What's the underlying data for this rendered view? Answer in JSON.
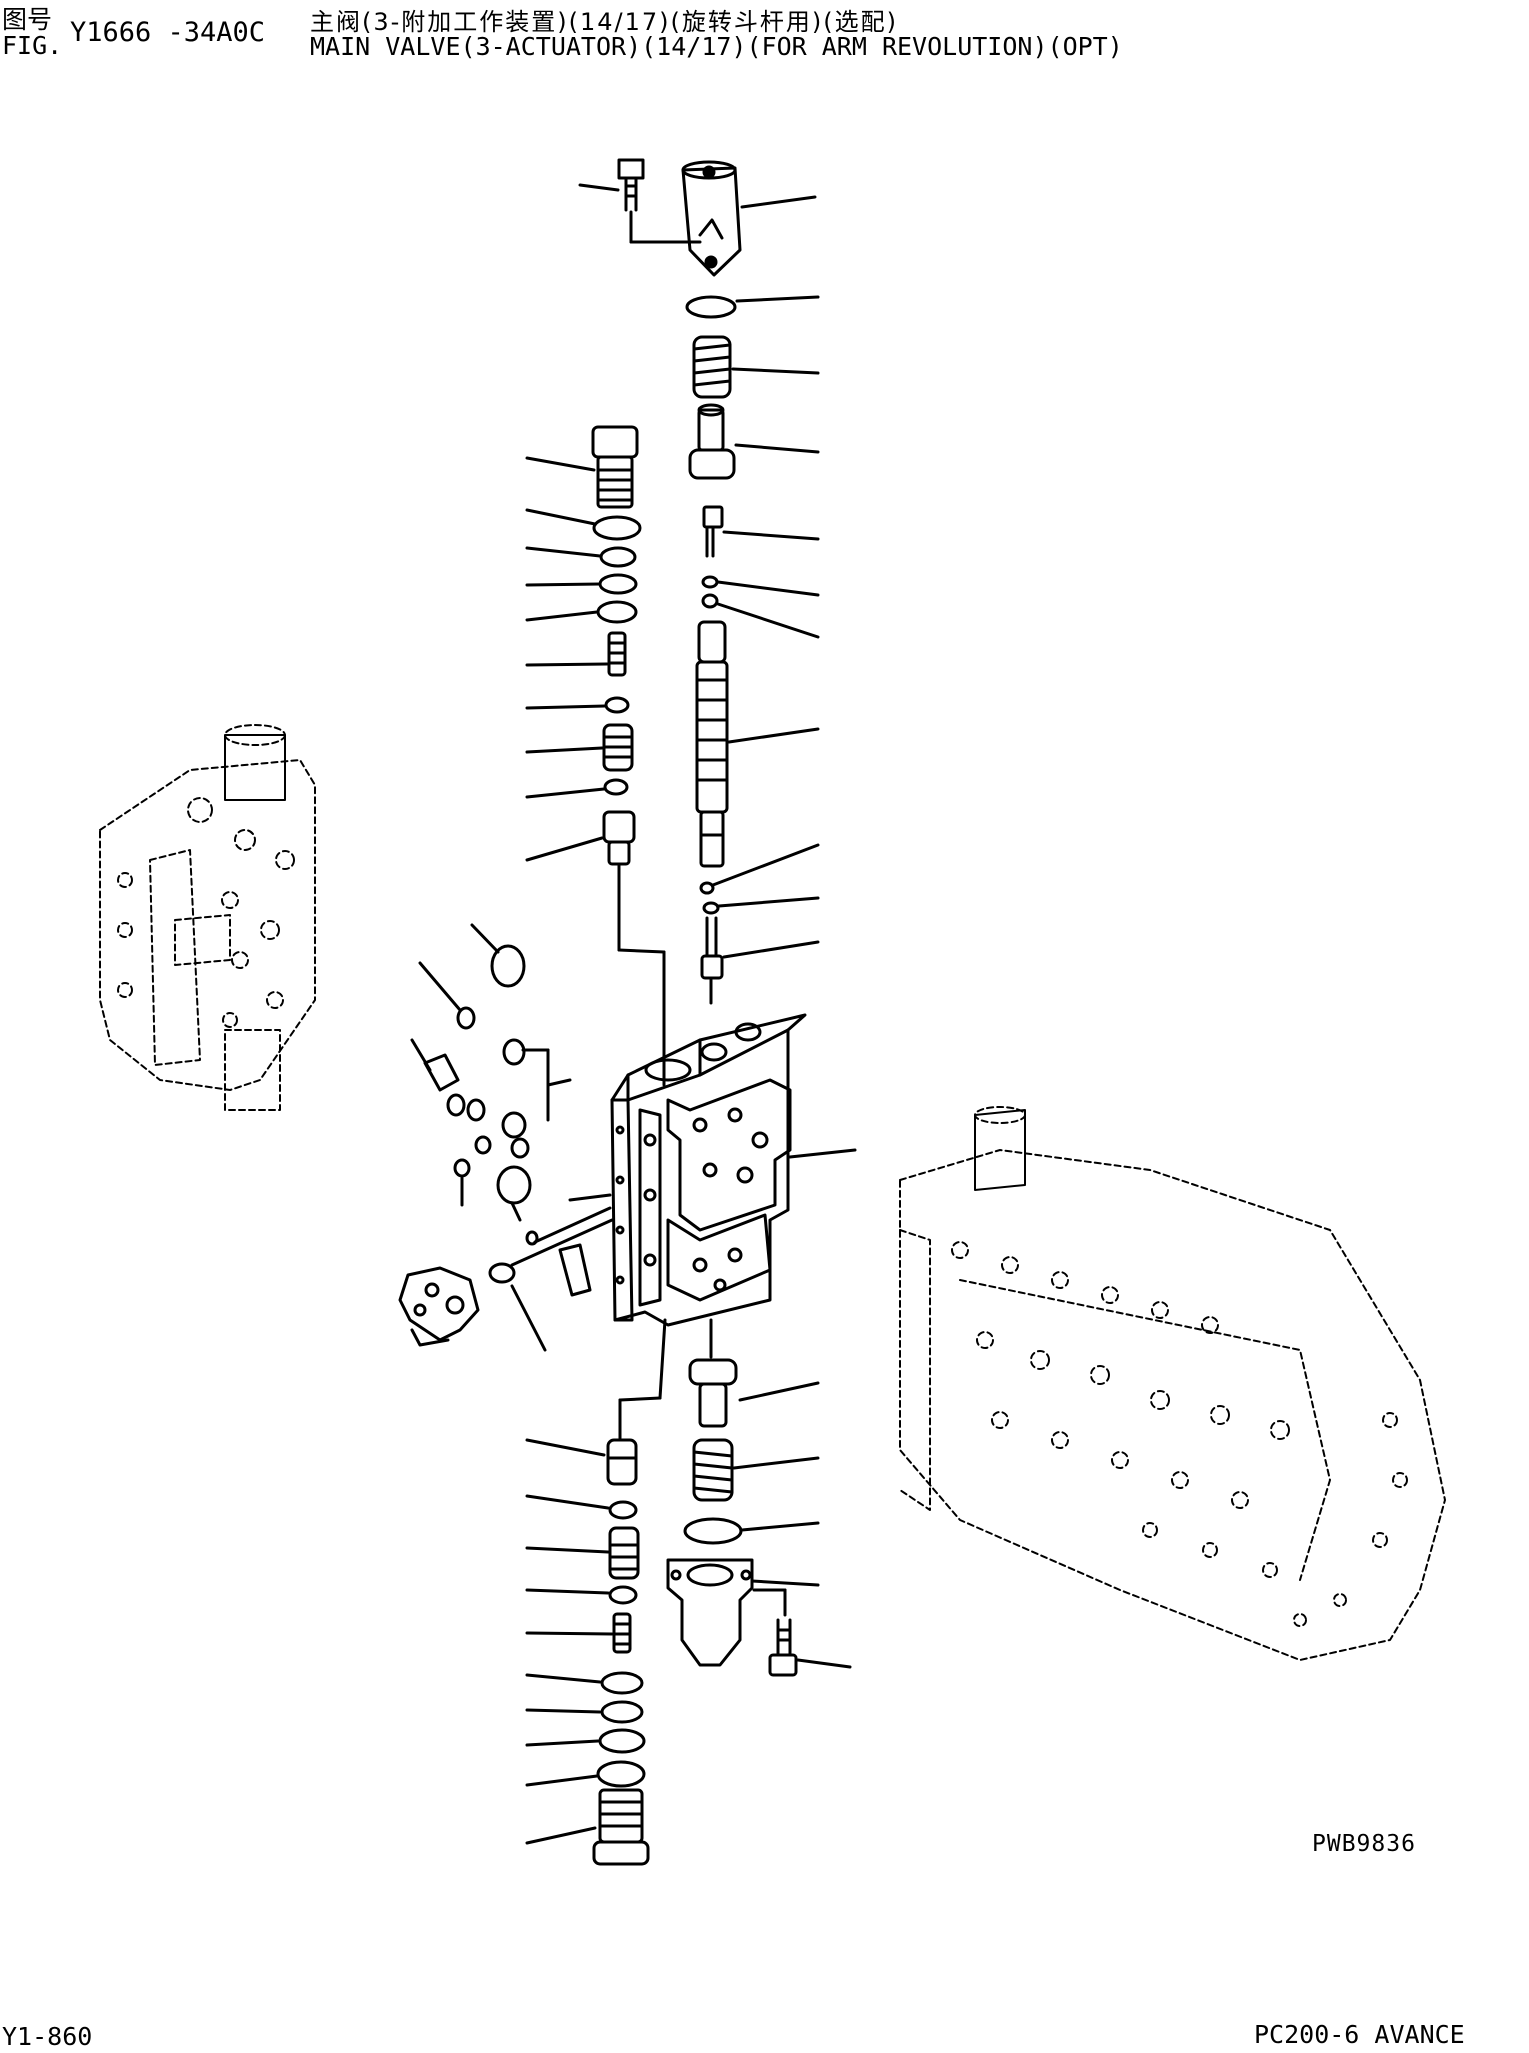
{
  "header": {
    "fig_label_cn": "图号",
    "fig_label_en": "FIG.",
    "fig_number": "Y1666 -34A0C",
    "title_cn": "主阀(3-附加工作装置)(14/17)(旋转斗杆用)(选配)",
    "title_en": "MAIN VALVE(3-ACTUATOR)(14/17)(FOR ARM REVOLUTION)(OPT)"
  },
  "drawing": {
    "reference_code": "PWB9836",
    "line_color": "#000000"
  },
  "footer": {
    "page_code": "Y1-860",
    "model": "PC200-6 AVANCE"
  }
}
